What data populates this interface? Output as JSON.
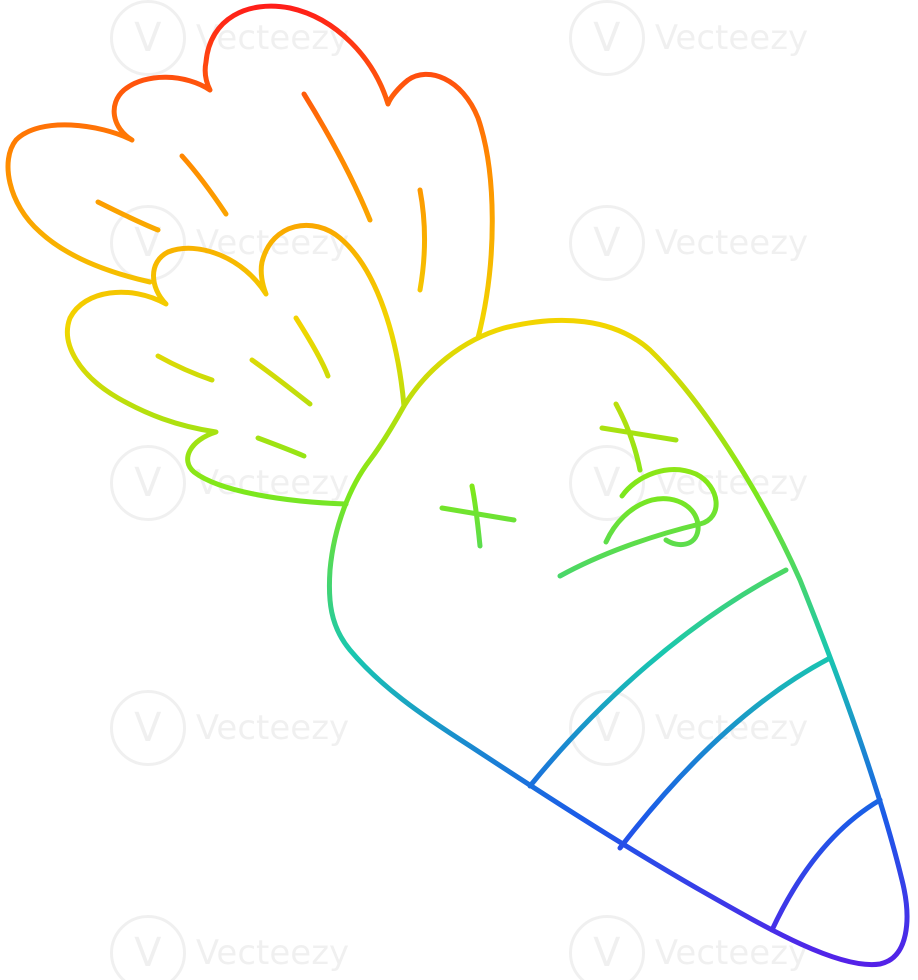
{
  "image": {
    "subject": "carrot",
    "style": "line-art",
    "stroke_gradient": [
      "#ff1a1a",
      "#ff8c00",
      "#f2d600",
      "#7ee81a",
      "#19c7b0",
      "#1b5be8",
      "#5a1be8"
    ]
  },
  "watermark": {
    "text": "Vecteezy",
    "logo_glyph": "V"
  }
}
